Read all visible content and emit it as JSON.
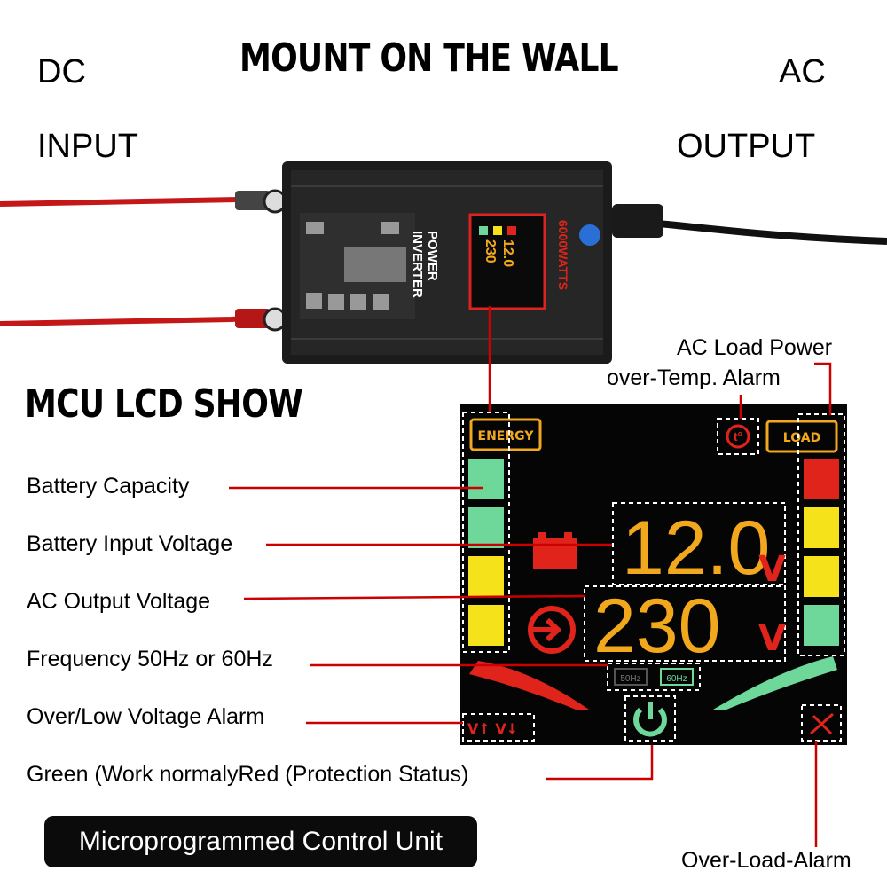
{
  "header": {
    "title": "MOUNT ON THE WALL"
  },
  "corners": {
    "dc": "DC",
    "input": "INPUT",
    "ac": "AC",
    "output": "OUTPUT"
  },
  "section_title": "MCU LCD SHOW",
  "device": {
    "brand_line1": "POWER",
    "brand_line2": "INVERTER",
    "rating": "6000WATTS",
    "mini_display_top": "12.0",
    "mini_display_bottom": "230"
  },
  "callouts": {
    "battery_capacity": "Battery Capacity",
    "battery_input_voltage": "Battery Input Voltage",
    "ac_output_voltage": "AC Output Voltage",
    "frequency": "Frequency 50Hz or 60Hz",
    "over_low_voltage": "Over/Low Voltage Alarm",
    "status": "Green (Work normalyRed (Protection Status)",
    "ac_load_power": "AC Load Power",
    "over_temp": "over-Temp. Alarm",
    "over_load": "Over-Load-Alarm"
  },
  "footer_badge": "Microprogrammed Control Unit",
  "lcd": {
    "energy_label": "ENERGY",
    "load_label": "LOAD",
    "input_voltage": "12.0",
    "output_voltage": "230",
    "unit": "V",
    "freq_50": "50Hz",
    "freq_60": "60Hz",
    "alarm_text": "V↑ V↓",
    "energy_levels": [
      "green",
      "green",
      "yellow",
      "yellow"
    ],
    "load_levels": [
      "red",
      "yellow",
      "yellow",
      "green"
    ]
  },
  "colors": {
    "callout_line": "#cc0000",
    "lcd_bg": "#050505",
    "lcd_segment": "#f2a81d",
    "lcd_red": "#e0241b",
    "lcd_green": "#6ed89a",
    "lcd_yellow": "#f6e21a"
  }
}
